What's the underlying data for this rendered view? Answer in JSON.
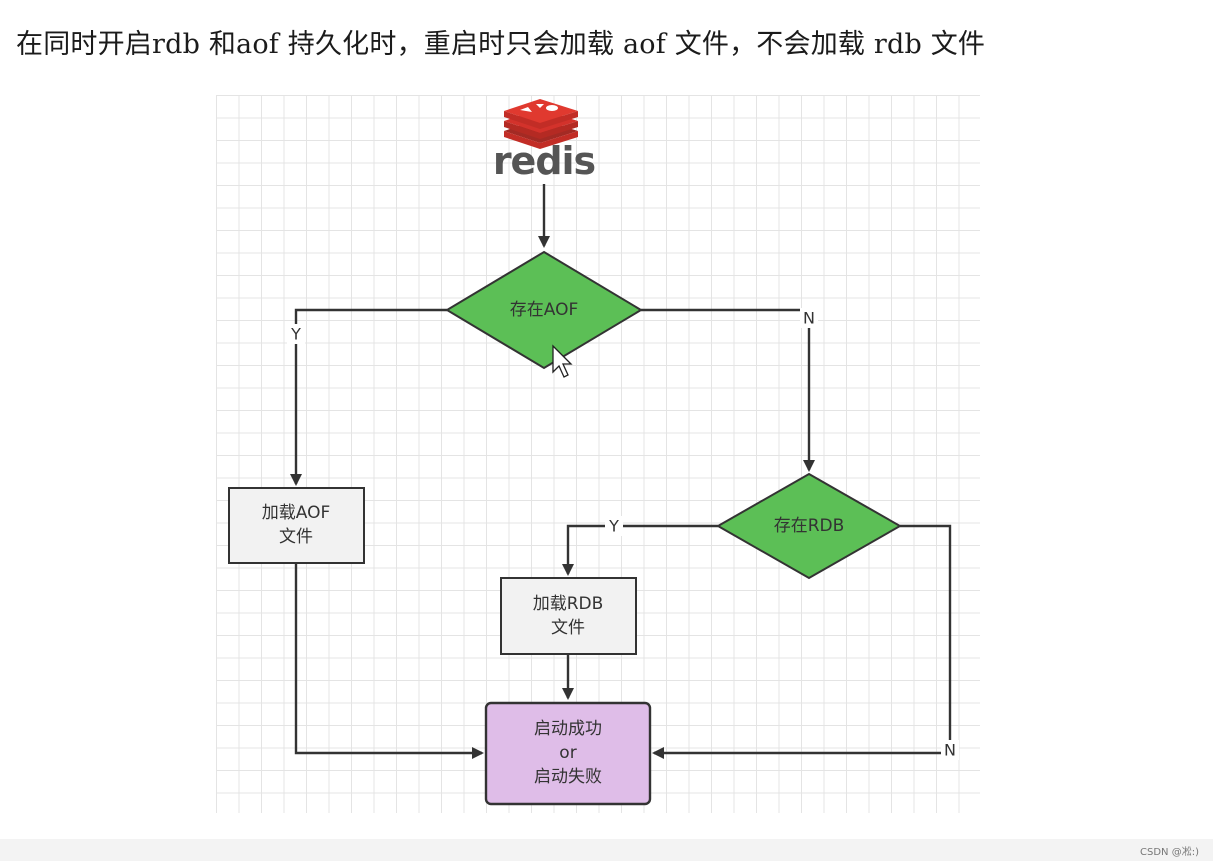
{
  "heading": "在同时开启rdb 和aof 持久化时，重启时只会加载 aof 文件，不会加载 rdb 文件",
  "logo": {
    "text": "redis",
    "icon": "redis-logo-icon"
  },
  "nodes": {
    "exists_aof": "存在AOF",
    "exists_rdb": "存在RDB",
    "load_aof": {
      "line1": "加载AOF",
      "line2": "文件"
    },
    "load_rdb": {
      "line1": "加载RDB",
      "line2": "文件"
    },
    "result": {
      "line1": "启动成功",
      "line2": "or",
      "line3": "启动失败"
    }
  },
  "edges": {
    "aof_yes": "Y",
    "aof_no": "N",
    "rdb_yes": "Y",
    "rdb_no": "N"
  },
  "colors": {
    "decision_fill": "#5cbf56",
    "process_fill": "#f2f2f2",
    "terminal_fill": "#dfbde8",
    "line": "#333333",
    "logo_red": "#d3322b"
  },
  "footer": {
    "watermark": "CSDN @凇:)"
  }
}
